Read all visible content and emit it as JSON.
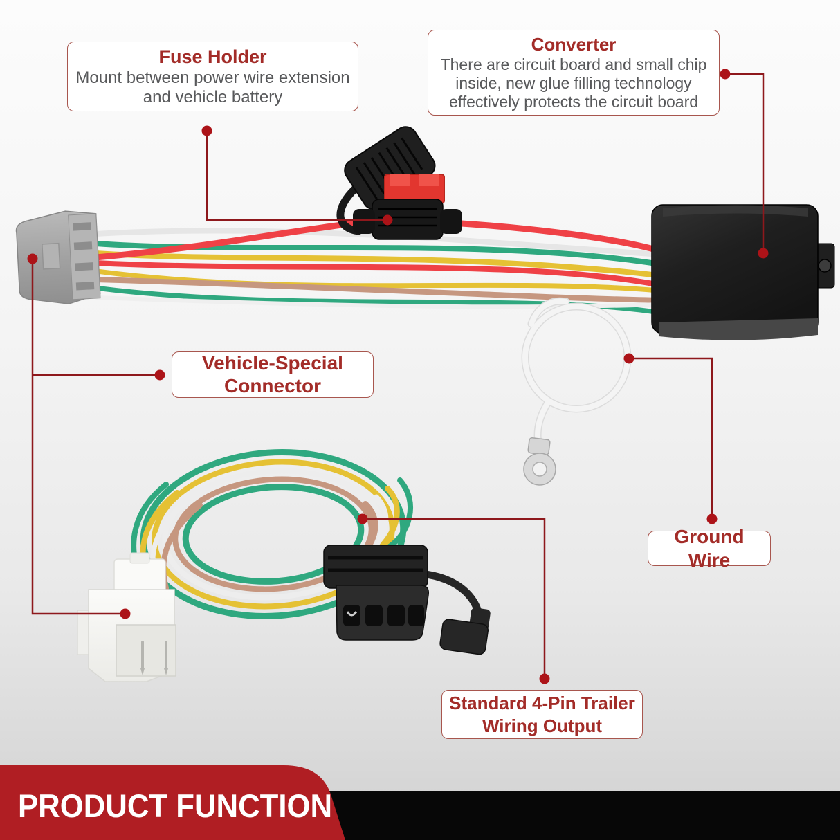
{
  "banner": {
    "title": "PRODUCT FUNCTION"
  },
  "callouts": {
    "fuse_holder": {
      "title": "Fuse Holder",
      "description": "Mount between power wire extension and vehicle battery"
    },
    "converter": {
      "title": "Converter",
      "description": "There are circuit board and small chip inside, new glue filling technology effectively protects the circuit board"
    },
    "vehicle_connector": {
      "title": "Vehicle-Special Connector"
    },
    "ground_wire": {
      "title": "Ground Wire"
    },
    "trailer_output": {
      "title": "Standard 4-Pin Trailer Wiring Output"
    }
  },
  "colors": {
    "callout_title_red": "#a32c28",
    "callout_border_red": "#a8564e",
    "description_gray": "#58595b",
    "leader_line_red": "#8e181c",
    "leader_dot_red": "#ac1318",
    "banner_red": "#b01e23",
    "banner_black": "#070707",
    "wire_green": "#2fa87f",
    "wire_yellow": "#e5c134",
    "wire_red": "#ef4146",
    "wire_brown": "#c69780",
    "wire_white": "#f2f2f2"
  }
}
